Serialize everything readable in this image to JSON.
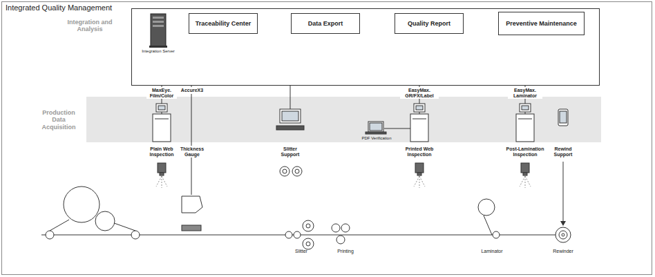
{
  "diagram": {
    "title": "Integrated Quality Management",
    "nodes": [
      {
        "text": [
          "Integration and Analysis"
        ]
      },
      {
        "text": [
          "Traceability Center"
        ],
        "in": 0
      },
      {
        "text": [
          "Data Export"
        ],
        "in": 0
      },
      {
        "text": [
          "Quality Report"
        ],
        "in": 0
      },
      {
        "text": [
          "Preventive Maintenance"
        ],
        "in": 0
      },
      {
        "text": [
          "Production Data Acquisition"
        ]
      }
    ],
    "labels": [
      "Integration Server",
      "MaxEye. Film/Color",
      "AccureX3",
      "EasyMax. GR/FX/Label",
      "EasyMax. Laminator",
      "PDF Verification",
      "Plain Web Inspection",
      "Thickness Gauge",
      "Slitter Support",
      "Printed Web Inspection",
      "Post-Lamination Inspection",
      "Rewind Support",
      "Slitter",
      "Printing",
      "Laminator",
      "Rewinder"
    ]
  }
}
